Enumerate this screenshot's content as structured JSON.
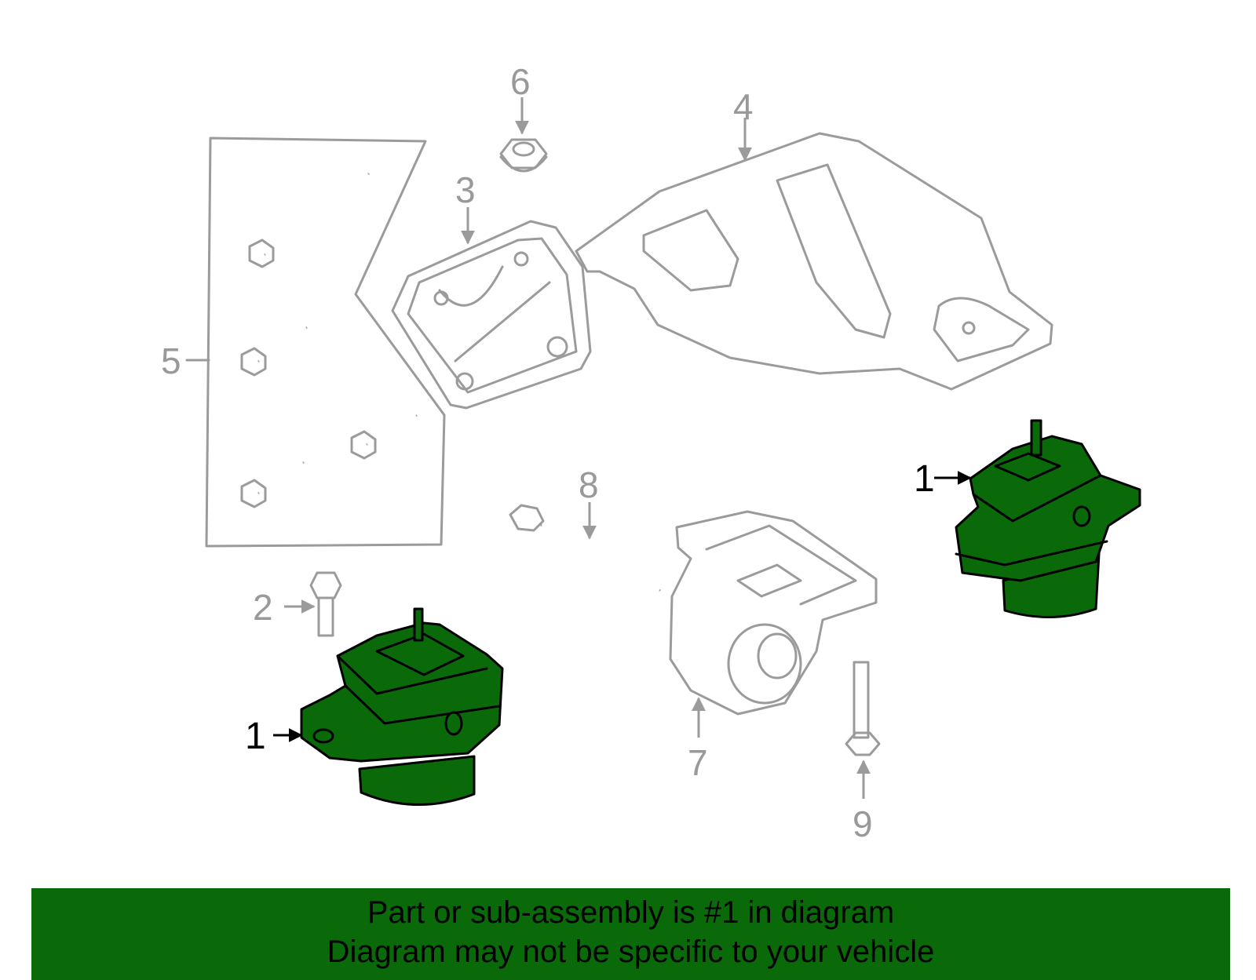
{
  "callouts": {
    "c1a": "1",
    "c1b": "1",
    "c2": "2",
    "c3": "3",
    "c4": "4",
    "c5": "5",
    "c6": "6",
    "c7": "7",
    "c8": "8",
    "c9": "9"
  },
  "highlight_color": "#0a6a0a",
  "banner": {
    "line1": "Part or sub-assembly is #1 in diagram",
    "line2": "Diagram may not be specific to your vehicle"
  }
}
